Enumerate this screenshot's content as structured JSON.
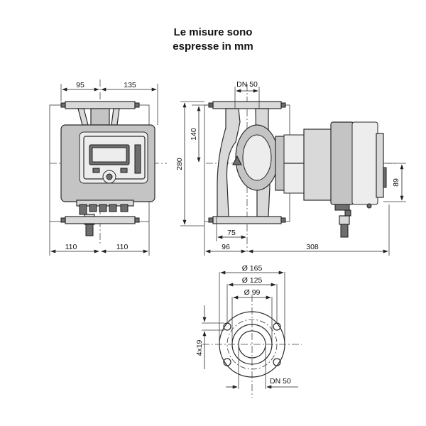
{
  "caption": {
    "line1": "Le misure sono",
    "line2": "espresse in mm"
  },
  "front_view": {
    "dim_top_left": "95",
    "dim_top_right": "135",
    "dim_bottom_left": "110",
    "dim_bottom_right": "110"
  },
  "side_view": {
    "dim_flange": "DN 50",
    "dim_height_upper": "140",
    "dim_height_total": "280",
    "dim_motor_height": "89",
    "dim_inner_offset": "75",
    "dim_bottom_left": "96",
    "dim_bottom_right": "308"
  },
  "flange_view": {
    "dim_outer_diameter": "Ø 165",
    "dim_bolt_circle": "Ø 125",
    "dim_raised_face": "Ø 99",
    "dim_bolt_holes": "4x19",
    "dim_bore": "DN 50"
  }
}
